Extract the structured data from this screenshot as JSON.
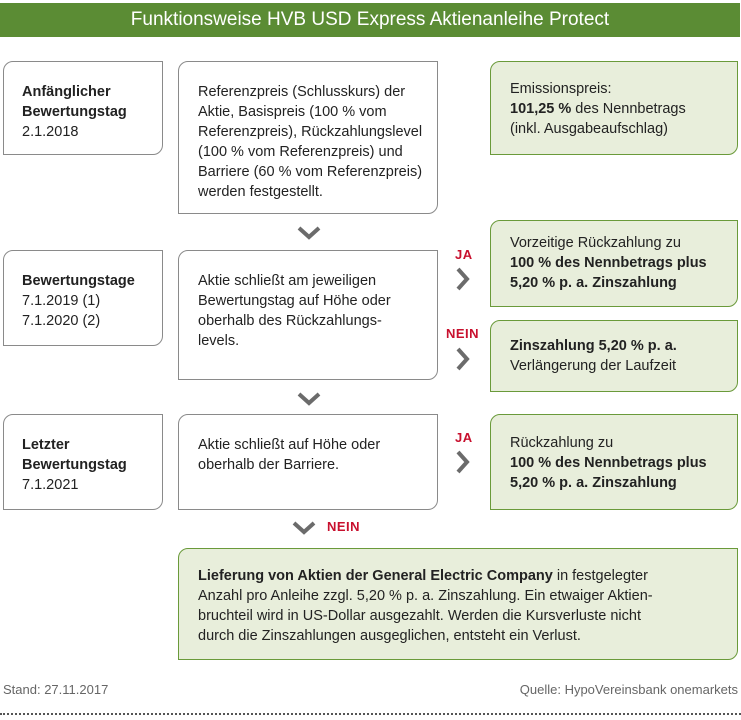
{
  "title": "Funktionsweise HVB USD Express Aktienanleihe Protect",
  "row1": {
    "date_box": {
      "bold": "Anfänglicher\nBewertungstag",
      "text": "2.1.2018"
    },
    "condition": "Referenzpreis (Schlusskurs) der\nAktie, Basispreis (100 % vom\nReferenzpreis), Rückzahlungslevel\n(100 % vom Referenzpreis) und\nBarriere (60 % vom Referenzpreis)\nwerden festgestellt.",
    "result": {
      "pre": "Emissionspreis:",
      "bold": "101,25 %",
      "post": " des Nennbetrags\n(inkl. Ausgabeaufschlag)"
    }
  },
  "row2": {
    "date_box": {
      "bold": "Bewertungstage",
      "text": "7.1.2019 (1)\n7.1.2020 (2)"
    },
    "condition": "Aktie schließt am jeweiligen\nBewertungstag auf Höhe oder\noberhalb des Rückzahlungs-\nlevels.",
    "yes_label": "JA",
    "no_label": "NEIN",
    "yes_result": {
      "pre": "Vorzeitige Rückzahlung zu",
      "bold": "100 % des Nennbetrags plus\n5,20 % p. a. Zinszahlung"
    },
    "no_result": {
      "bold": "Zinszahlung 5,20 % p. a.",
      "post": "Verlängerung der Laufzeit"
    }
  },
  "row3": {
    "date_box": {
      "bold": "Letzter\nBewertungstag",
      "text": "7.1.2021"
    },
    "condition": "Aktie schließt auf Höhe oder\noberhalb der Barriere.",
    "yes_label": "JA",
    "yes_result": {
      "pre": "Rückzahlung zu",
      "bold": "100 % des Nennbetrags plus\n5,20 % p. a. Zinszahlung"
    },
    "no_label": "NEIN"
  },
  "final": {
    "bold": "Lieferung von Aktien der General Electric Company",
    "text": " in festgelegter\nAnzahl pro Anleihe zzgl. 5,20 % p. a. Zinszahlung. Ein etwaiger Aktien-\nbruchteil wird in US-Dollar ausgezahlt. Werden die Kursverluste nicht\ndurch die Zinszahlungen ausgeglichen, entsteht ein Verlust."
  },
  "footer": {
    "date": "Stand: 27.11.2017",
    "source": "Quelle: HypoVereinsbank onemarkets"
  }
}
